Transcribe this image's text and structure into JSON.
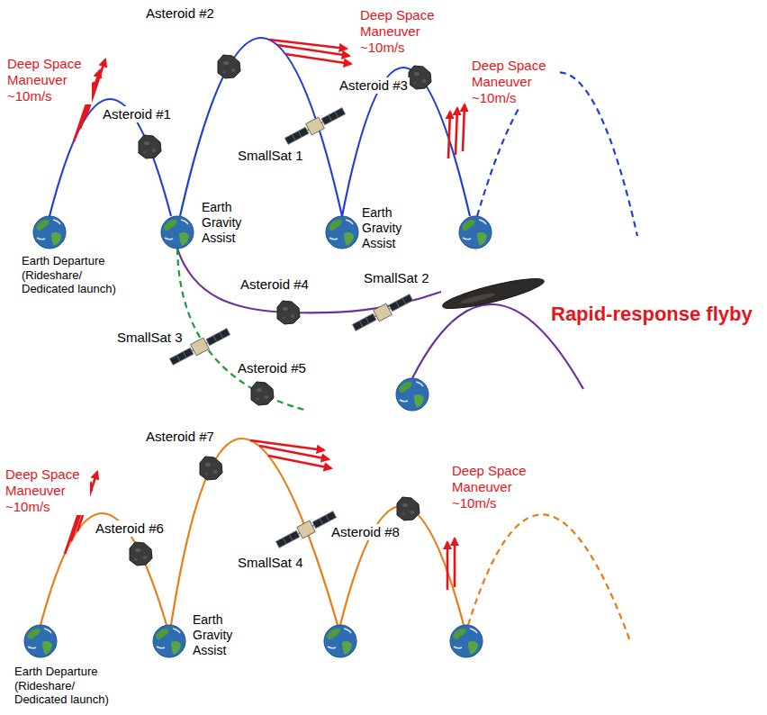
{
  "diagram": {
    "labels": [
      "Asteroid #2",
      "Deep Space Maneuver ~10m/s",
      "Deep Space Maneuver ~10m/s",
      "Deep Space Maneuver ~10m/s",
      "Asteroid #3",
      "Asteroid #1",
      "SmallSat 1",
      "Earth Gravity Assist",
      "Earth Gravity Assist",
      "Earth Departure (Rideshare/ Dedicated launch)",
      "SmallSat 2",
      "Asteroid #4",
      "Rapid-response flyby",
      "SmallSat 3",
      "Asteroid #5",
      "Asteroid #7",
      "Deep Space Maneuver ~10m/s",
      "Deep Space Maneuver ~10m/s",
      "Asteroid #6",
      "Asteroid #8",
      "SmallSat 4",
      "Earth Gravity Assist",
      "Earth Departure (Rideshare/ Dedicated launch)"
    ]
  }
}
